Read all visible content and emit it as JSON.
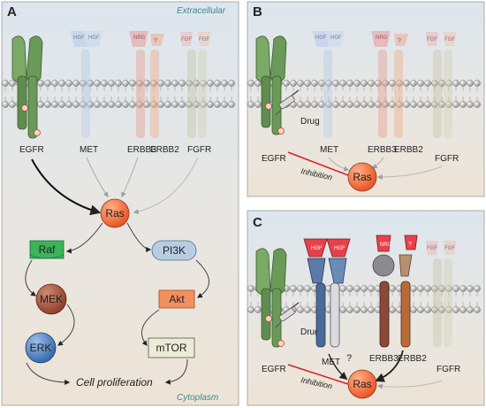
{
  "panel_labels": {
    "a": "A",
    "b": "B",
    "c": "C"
  },
  "compartments": {
    "extracellular": "Extracellular",
    "cytoplasm": "Cytoplasm"
  },
  "receptors": {
    "egfr": "EGFR",
    "met": "MET",
    "erbb3": "ERBB3",
    "erbb2": "ERBB2",
    "fgfr": "FGFR"
  },
  "ligands": {
    "hgf": "HGF",
    "nrg": "NRG",
    "unknown": "?",
    "fgf": "FGF"
  },
  "phospho": "P",
  "nodes": {
    "ras": "Ras",
    "raf": "Raf",
    "mek": "MEK",
    "erk": "ERK",
    "pi3k": "PI3K",
    "akt": "Akt",
    "mtor": "mTOR"
  },
  "drug_label": "Drug",
  "inhibition_label": "Inhibition",
  "outcome": "Cell proliferation",
  "question_mark": "?",
  "colors": {
    "panel_bg_top": "#dde6ee",
    "panel_bg_bottom": "#ece6dc",
    "egfr_green": "#6a9a58",
    "ras_orange": "#f26a3a",
    "raf_green": "#3bb45a",
    "mek_brown": "#a0543c",
    "erk_blue": "#4a7fc0",
    "pi3k_blue": "#b8cde4",
    "akt_orange": "#f39060",
    "mtor_beige": "#ecebd6",
    "ligand_red": "#e8404a",
    "inhibition_red": "#d42020",
    "extracellular_text": "#3a8a8a"
  }
}
